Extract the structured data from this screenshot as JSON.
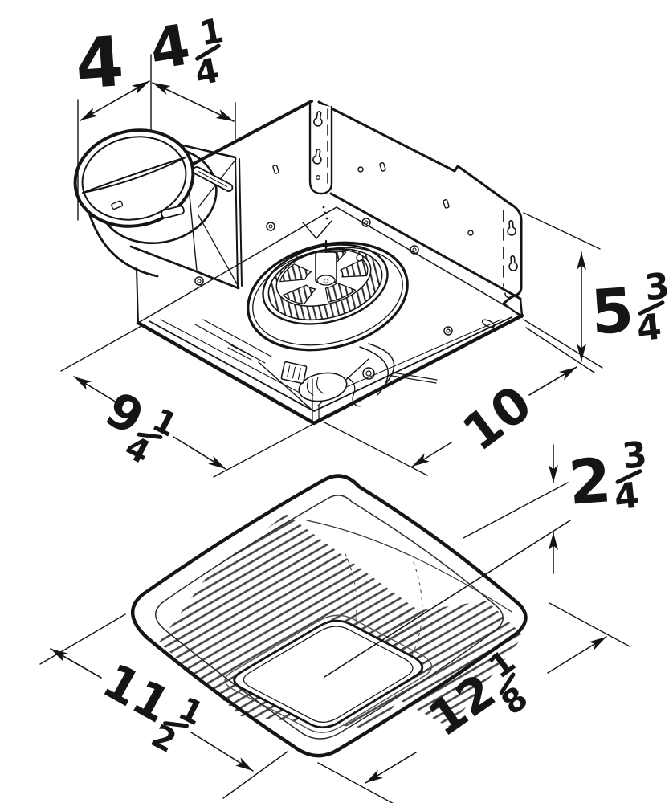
{
  "drawing": {
    "product": "ventilation fan housing and grille dimensional drawing",
    "line_color": "#151515",
    "background": "#ffffff",
    "views": {
      "housing": "fan-housing-isometric",
      "grille": "grille-cover-isometric"
    }
  },
  "dims": {
    "duct_diameter": {
      "whole": "4"
    },
    "duct_offset": {
      "whole": "4",
      "num": "1",
      "den": "4"
    },
    "housing_height": {
      "whole": "5",
      "num": "3",
      "den": "4"
    },
    "housing_depth": {
      "whole": "9",
      "num": "1",
      "den": "4"
    },
    "housing_width": {
      "whole": "10"
    },
    "grille_height": {
      "whole": "2",
      "num": "3",
      "den": "4"
    },
    "grille_depth": {
      "whole": "11",
      "num": "1",
      "den": "2"
    },
    "grille_width": {
      "whole": "12",
      "num": "1",
      "den": "8"
    }
  }
}
